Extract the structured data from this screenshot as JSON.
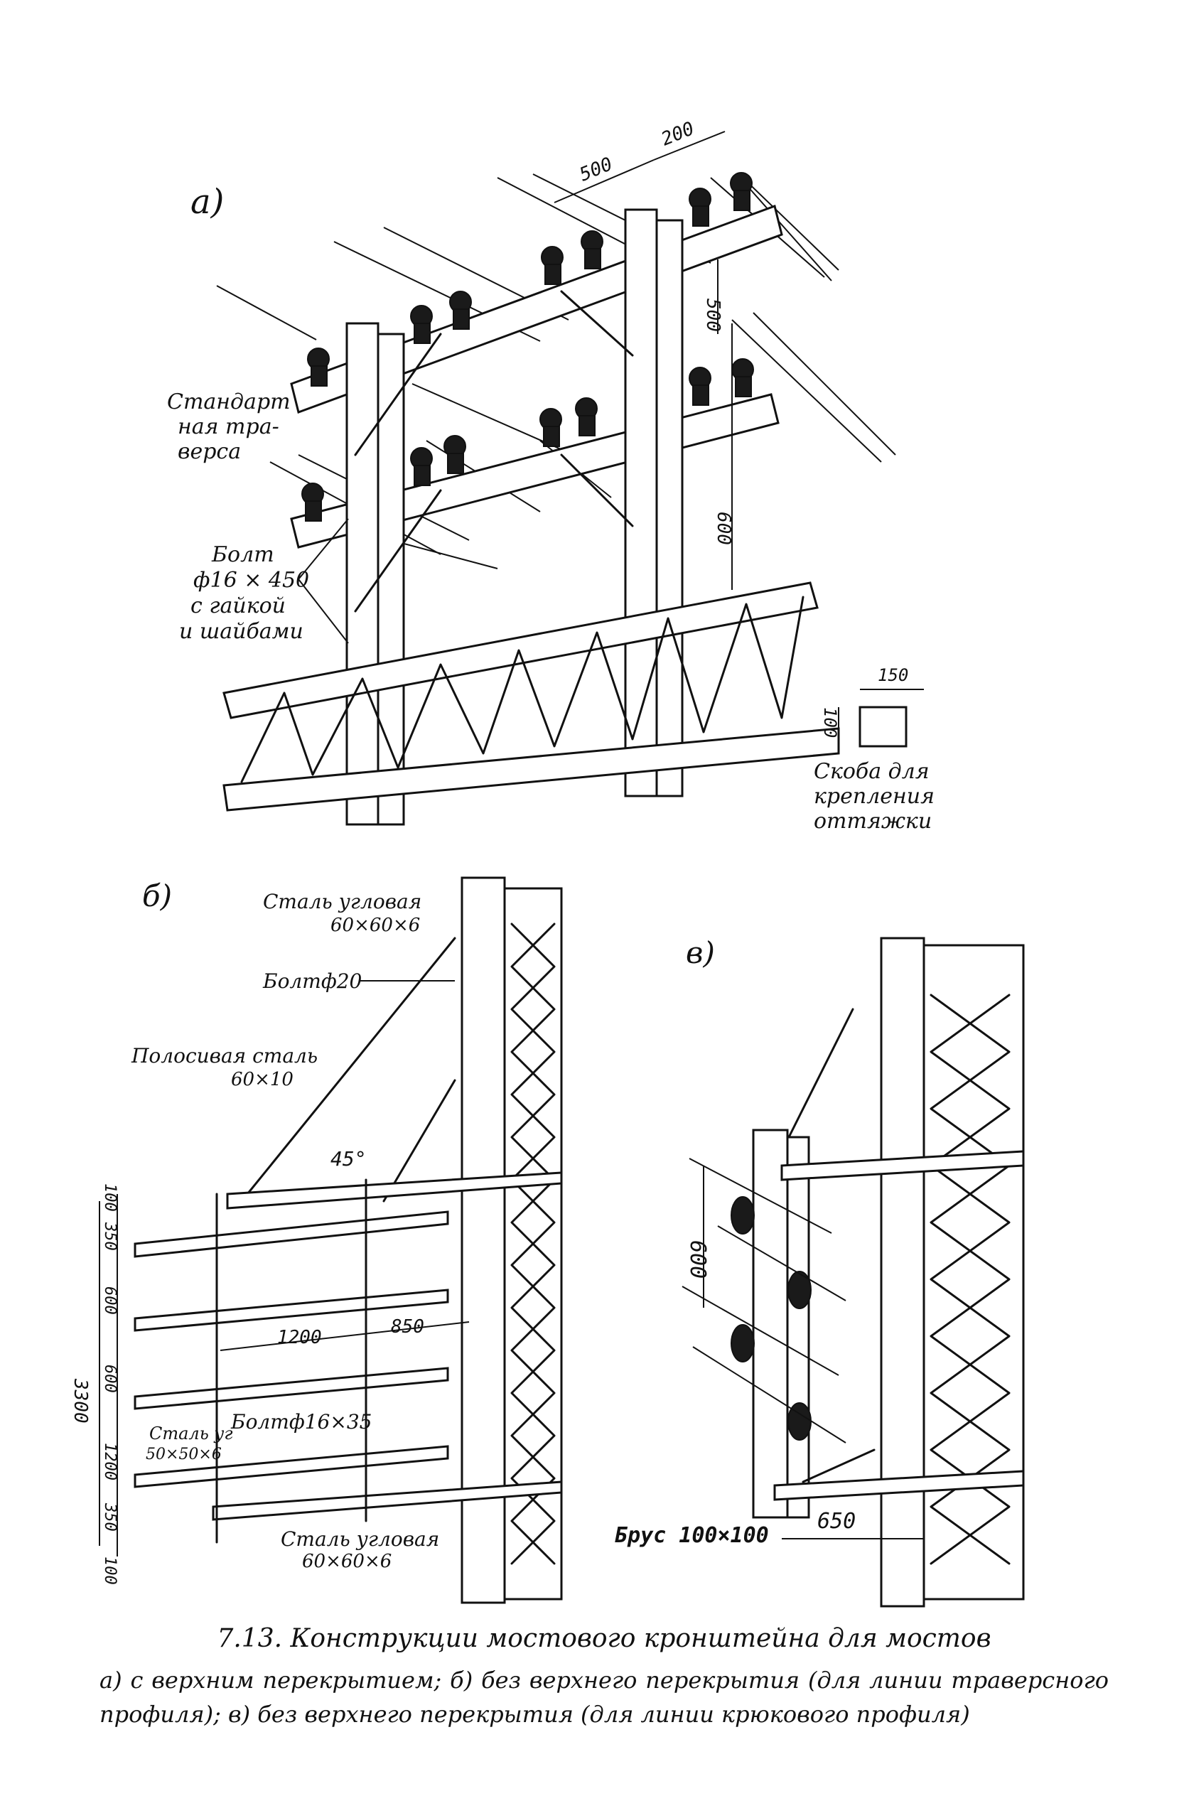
{
  "figure_a": {
    "label": "а)",
    "dims": {
      "d500_top": "500",
      "d200": "200",
      "d500_side": "500",
      "d600": "600",
      "d150": "150",
      "d100": "100"
    },
    "callout_crossarm": [
      "Стандарт",
      "ная тра-",
      "верса"
    ],
    "callout_bolt": [
      "Болт",
      "ф16 × 450",
      "с гайкой",
      "и шайбами"
    ],
    "callout_bracket": [
      "Скоба для",
      "крепления",
      "оттяжки"
    ]
  },
  "figure_b": {
    "label": "б)",
    "angle_steel_top": [
      "Сталь угловая",
      "60×60×6"
    ],
    "bolt_20": "Болтф20",
    "strip_steel": [
      "Полосивая сталь",
      "60×10"
    ],
    "angle": "45°",
    "dims_vertical": [
      "100",
      "350",
      "600",
      "600",
      "1200",
      "350",
      "100"
    ],
    "total": "3300",
    "dim_1200": "1200",
    "dim_850": "850",
    "bolt_16": "Болтф16×35",
    "angle_steel_small": [
      "Сталь уг",
      "50×50×6"
    ],
    "angle_steel_bottom": [
      "Сталь угловая",
      "60×60×6"
    ]
  },
  "figure_c": {
    "label": "в)",
    "dim_600": "600",
    "dim_650": "650",
    "beam": "Брус 100×100"
  },
  "caption": {
    "title": "7.13. Конструкции мостового кронштейна для мостов",
    "description": "а) с верхним перекрытием; б) без верхнего перекрытия (для линии траверсного профиля); в) без верхнего перекрытия (для линии крюкового профиля)"
  }
}
